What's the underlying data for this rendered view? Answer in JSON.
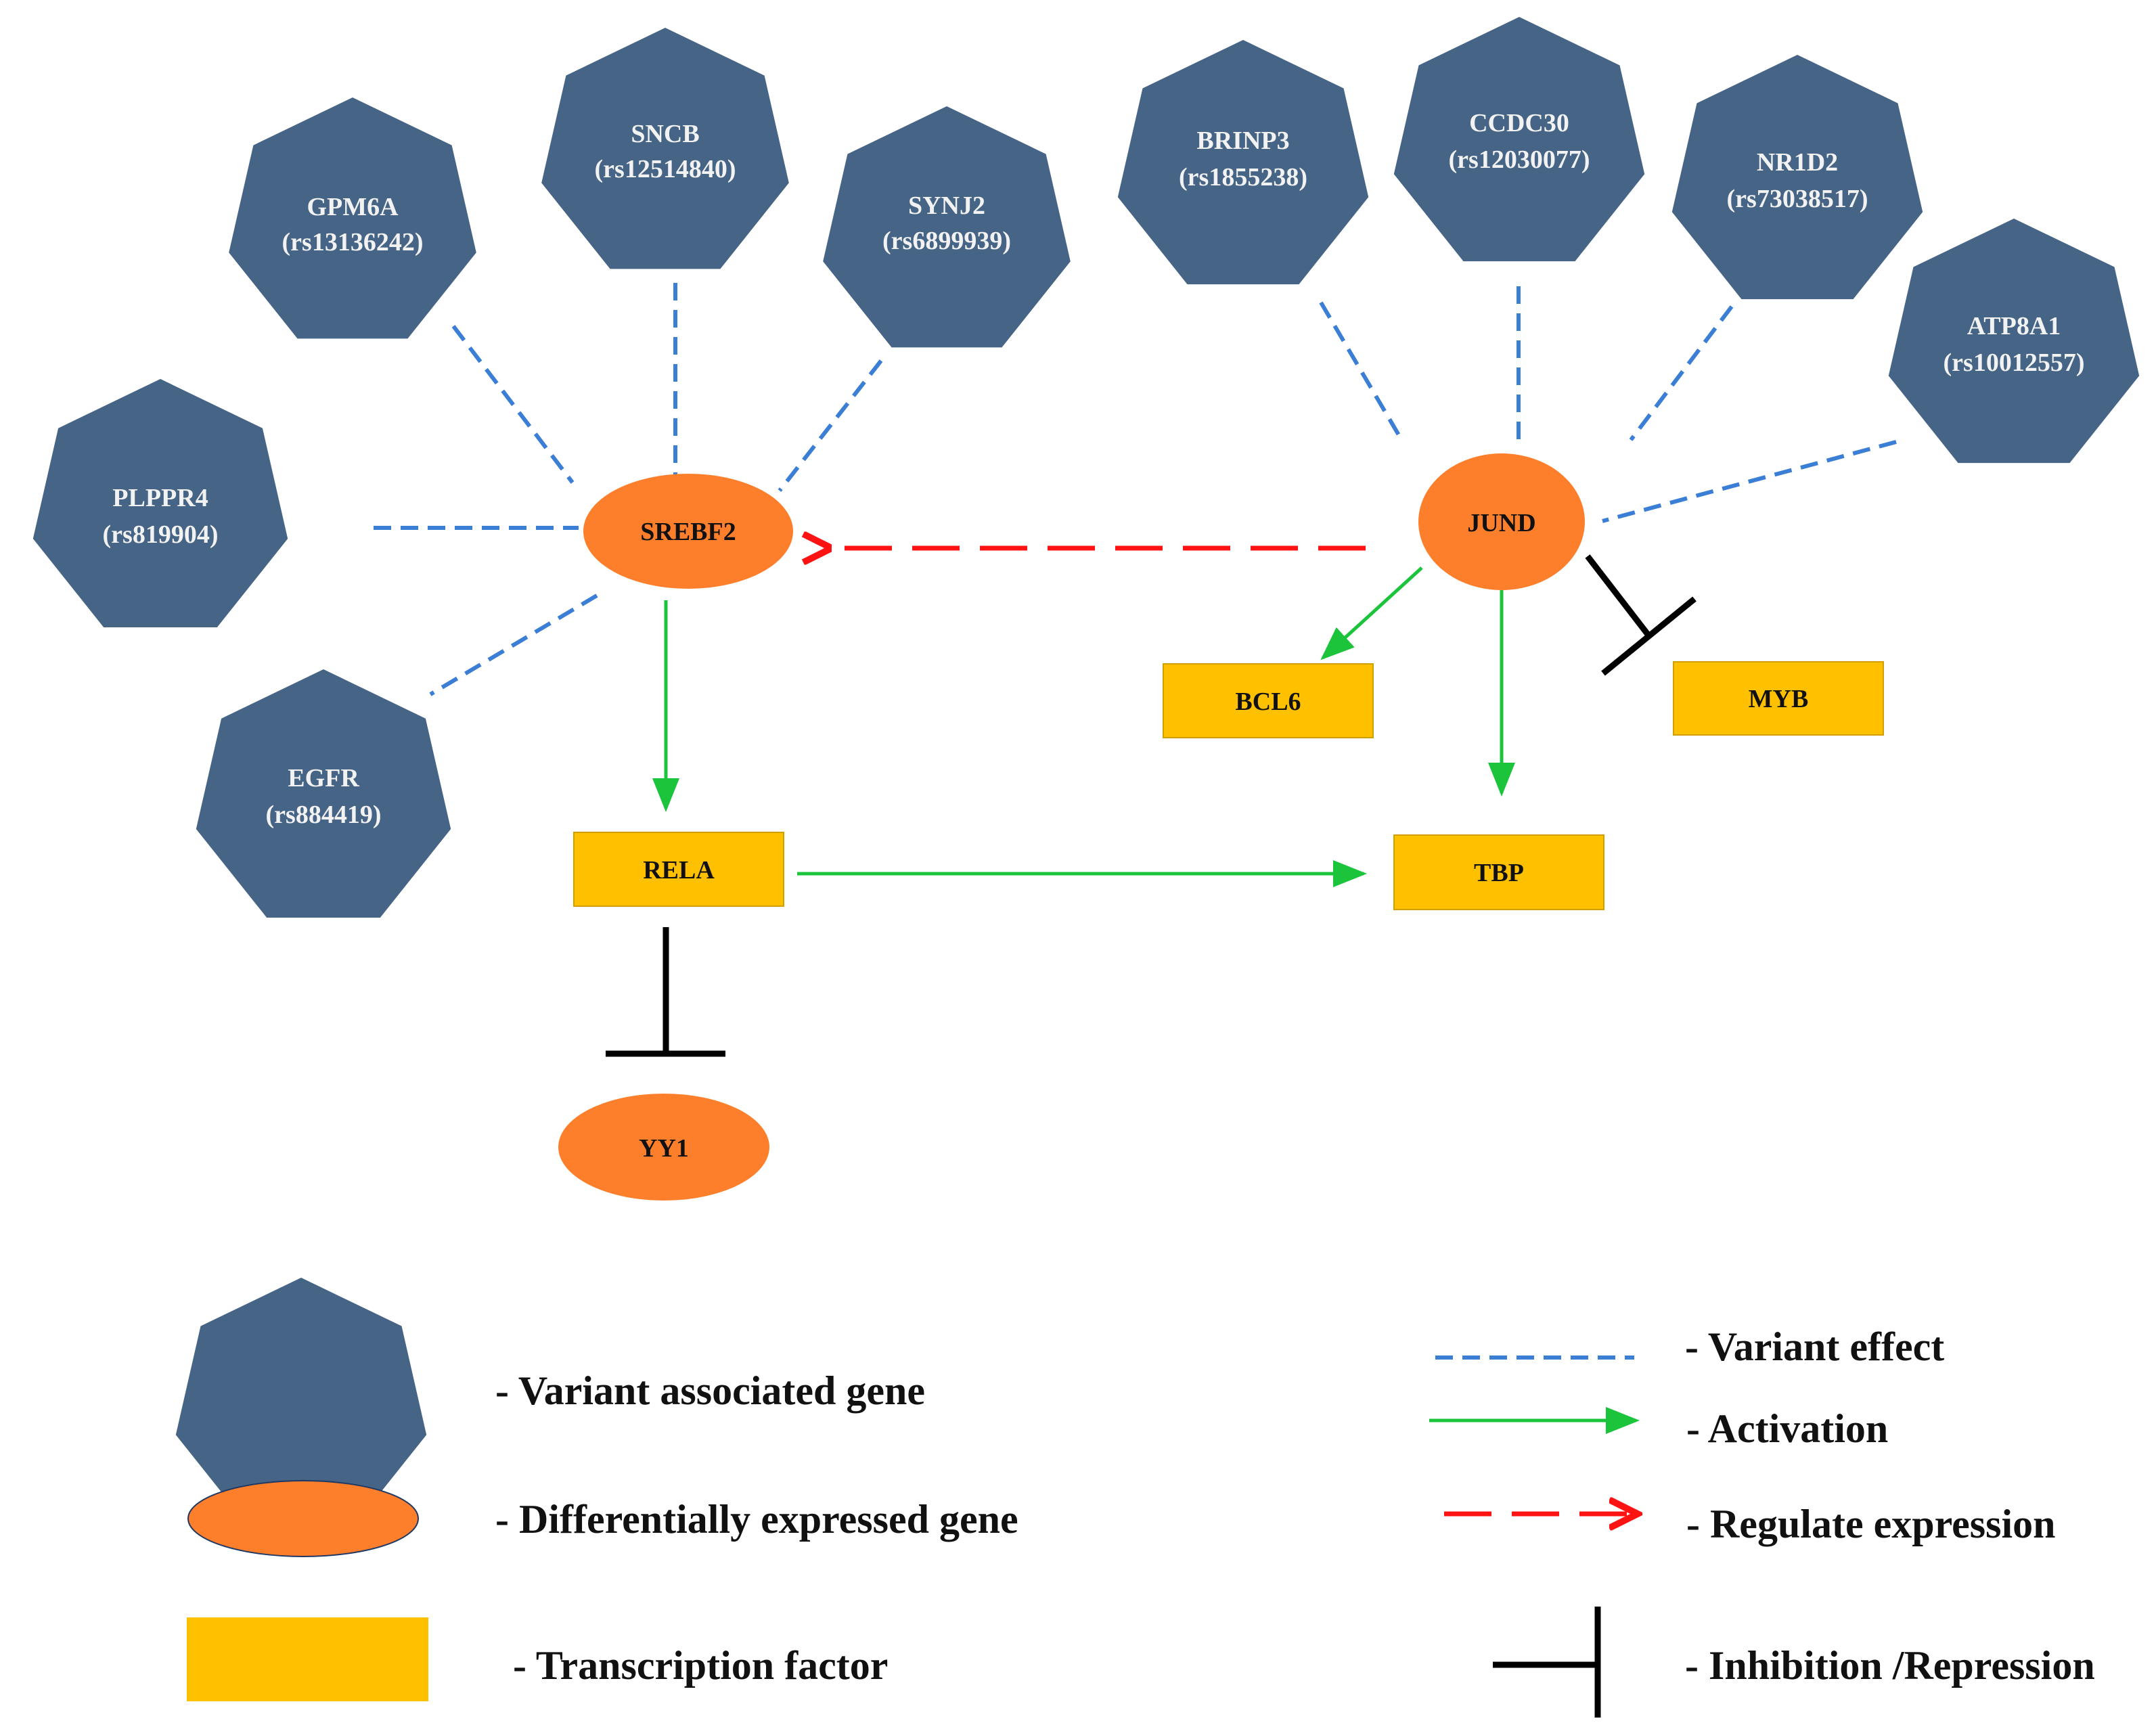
{
  "colors": {
    "variant_gene": "#466485",
    "differential_gene": "#fd7f2c",
    "transcription_factor": "#ffc000",
    "variant_effect_line": "#3a7fd5",
    "activation_line": "#1bc43b",
    "regulate_line": "#fe1212",
    "inhibition_line": "#000000"
  },
  "variant_genes": [
    {
      "id": "plppr4",
      "name": "PLPPR4",
      "rsid": "(rs819904)"
    },
    {
      "id": "gpm6a",
      "name": "GPM6A",
      "rsid": "(rs13136242)"
    },
    {
      "id": "sncb",
      "name": "SNCB",
      "rsid": "(rs12514840)"
    },
    {
      "id": "synj2",
      "name": "SYNJ2",
      "rsid": "(rs6899939)"
    },
    {
      "id": "egfr",
      "name": "EGFR",
      "rsid": "(rs884419)"
    },
    {
      "id": "brinp3",
      "name": "BRINP3",
      "rsid": "(rs1855238)"
    },
    {
      "id": "ccdc30",
      "name": "CCDC30",
      "rsid": "(rs12030077)"
    },
    {
      "id": "nr1d2",
      "name": "NR1D2",
      "rsid": "(rs73038517)"
    },
    {
      "id": "atp8a1",
      "name": "ATP8A1",
      "rsid": "(rs10012557)"
    }
  ],
  "differential_genes": [
    {
      "id": "srebf2",
      "name": "SREBF2"
    },
    {
      "id": "jund",
      "name": "JUND"
    },
    {
      "id": "yy1",
      "name": "YY1"
    }
  ],
  "transcription_factors": [
    {
      "id": "rela",
      "name": "RELA"
    },
    {
      "id": "tbp",
      "name": "TBP"
    },
    {
      "id": "bcl6",
      "name": "BCL6"
    },
    {
      "id": "myb",
      "name": "MYB"
    }
  ],
  "edges": [
    {
      "from": "plppr4",
      "to": "srebf2",
      "type": "variant_effect"
    },
    {
      "from": "gpm6a",
      "to": "srebf2",
      "type": "variant_effect"
    },
    {
      "from": "sncb",
      "to": "srebf2",
      "type": "variant_effect"
    },
    {
      "from": "synj2",
      "to": "srebf2",
      "type": "variant_effect"
    },
    {
      "from": "egfr",
      "to": "srebf2",
      "type": "variant_effect"
    },
    {
      "from": "brinp3",
      "to": "jund",
      "type": "variant_effect"
    },
    {
      "from": "ccdc30",
      "to": "jund",
      "type": "variant_effect"
    },
    {
      "from": "nr1d2",
      "to": "jund",
      "type": "variant_effect"
    },
    {
      "from": "atp8a1",
      "to": "jund",
      "type": "variant_effect"
    },
    {
      "from": "jund",
      "to": "srebf2",
      "type": "regulate_expression"
    },
    {
      "from": "srebf2",
      "to": "rela",
      "type": "activation"
    },
    {
      "from": "rela",
      "to": "tbp",
      "type": "activation"
    },
    {
      "from": "jund",
      "to": "bcl6",
      "type": "activation"
    },
    {
      "from": "jund",
      "to": "tbp",
      "type": "activation"
    },
    {
      "from": "jund",
      "to": "myb",
      "type": "inhibition"
    },
    {
      "from": "rela",
      "to": "yy1",
      "type": "inhibition"
    }
  ],
  "legend": {
    "variant_gene": "- Variant associated gene",
    "differential_gene": "- Differentially expressed gene",
    "transcription_factor": "- Transcription factor",
    "variant_effect": "- Variant effect",
    "activation": "- Activation",
    "regulate_expression": "- Regulate expression",
    "inhibition": "- Inhibition /Repression"
  }
}
